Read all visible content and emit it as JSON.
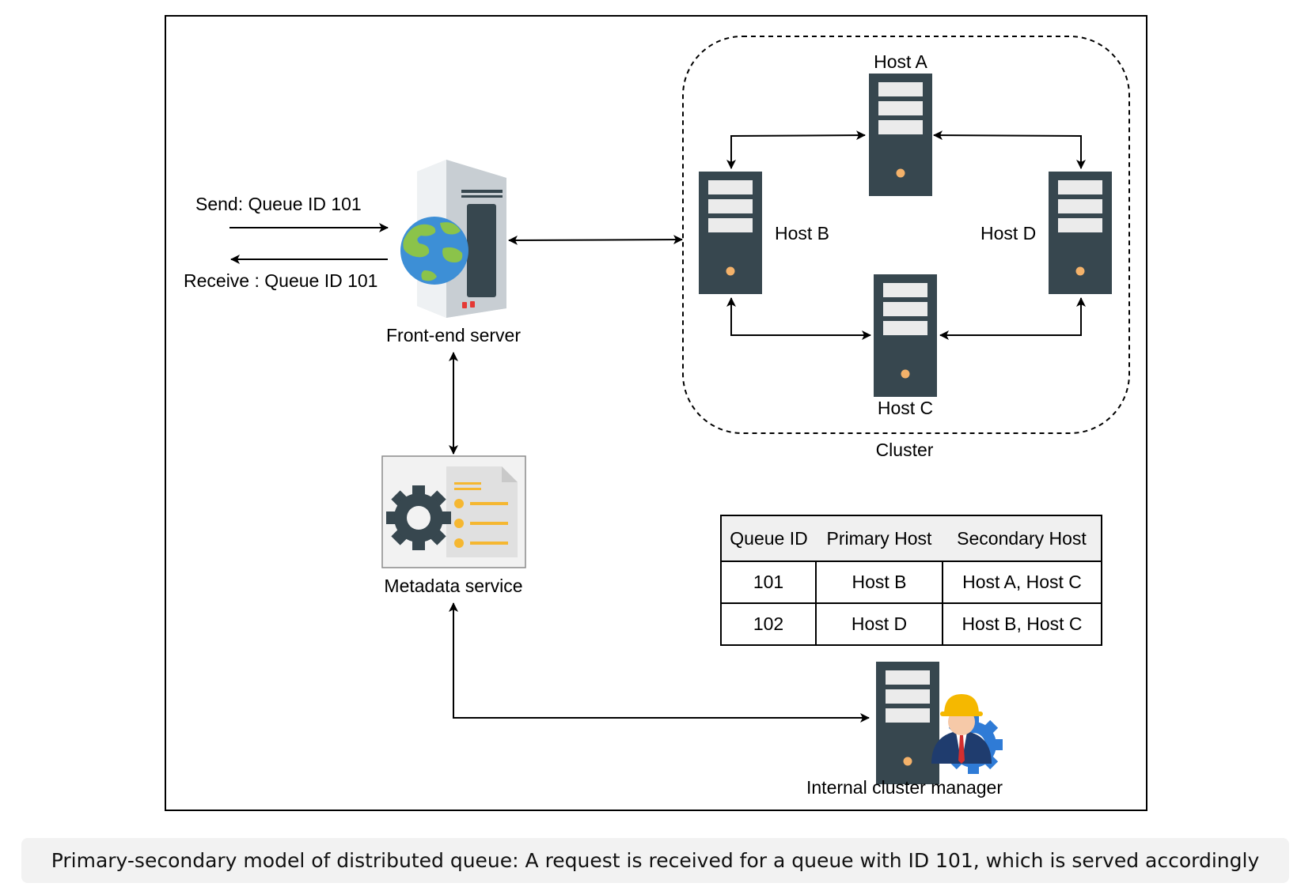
{
  "labels": {
    "send": "Send: Queue ID 101",
    "receive": "Receive : Queue ID 101",
    "front_end": "Front-end server",
    "metadata": "Metadata service",
    "cluster": "Cluster",
    "host_a": "Host A",
    "host_b": "Host B",
    "host_c": "Host C",
    "host_d": "Host D",
    "manager": "Internal cluster manager"
  },
  "table": {
    "headers": [
      "Queue ID",
      "Primary Host",
      "Secondary Host"
    ],
    "rows": [
      [
        "101",
        "Host B",
        "Host A, Host C"
      ],
      [
        "102",
        "Host D",
        "Host B, Host C"
      ]
    ]
  },
  "caption": "Primary-secondary model of distributed queue: A request is received for a queue with ID 101, which is served accordingly",
  "colors": {
    "server_body": "#37474f",
    "server_slot": "#ebebeb",
    "server_led": "#f4b26a",
    "metadata_bg": "#f2f2f2",
    "gear": "#37474f",
    "doc_accent": "#f5b731",
    "globe_sea": "#3d8fd6",
    "globe_land": "#8bc34a",
    "manager_gear": "#2f7bd6",
    "helmet": "#f5b800",
    "caption_bg": "#f2f2f2"
  },
  "icons": {
    "front_end": "web-server-globe-icon",
    "metadata": "gear-document-icon",
    "host": "server-tower-icon",
    "manager": "engineer-with-gear-icon"
  }
}
